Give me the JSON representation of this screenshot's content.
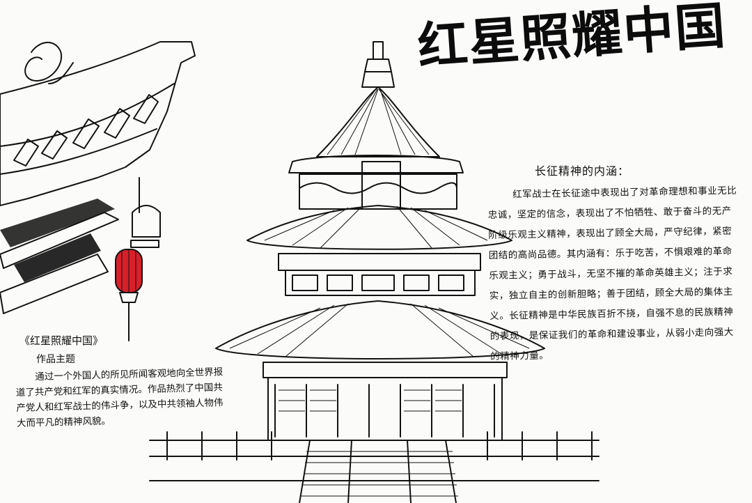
{
  "title": "红星照耀中国",
  "theme_block": {
    "work_title": "《红星照耀中国》",
    "subtitle": "作品主题",
    "body": "通过一个外国人的所见所闻客观地向全世界报道了共产党和红军的真实情况。作品热烈了中国共产党人和红军战士的伟斗争，以及中共领袖人物伟大而平凡的精神风貌。"
  },
  "spirit_block": {
    "heading": "长征精神的内涵：",
    "body": "红军战士在长征途中表现出了对革命理想和事业无比忠诚，坚定的信念，表现出了不怕牺牲、敢于奋斗的无产阶级乐观主义精神，表现出了顾全大局，严守纪律，紧密团结的高尚品德。其内涵有：乐于吃苦，不惧艰难的革命乐观主义；勇于战斗，无坚不摧的革命英雄主义；注于求实，独立自主的创新胆略；善于团结，顾全大局的集体主义。长征精神是中华民族百折不挠，自强不息的民族精神的表现，是保证我们的革命和建设事业，从弱小走向强大的精神力量。"
  },
  "colors": {
    "ink": "#111111",
    "paper": "#fbfbf9",
    "lantern_red": "#d8202a"
  },
  "illustrations": {
    "left": "eaves-with-red-lantern-icon",
    "center": "temple-of-heaven-icon"
  }
}
